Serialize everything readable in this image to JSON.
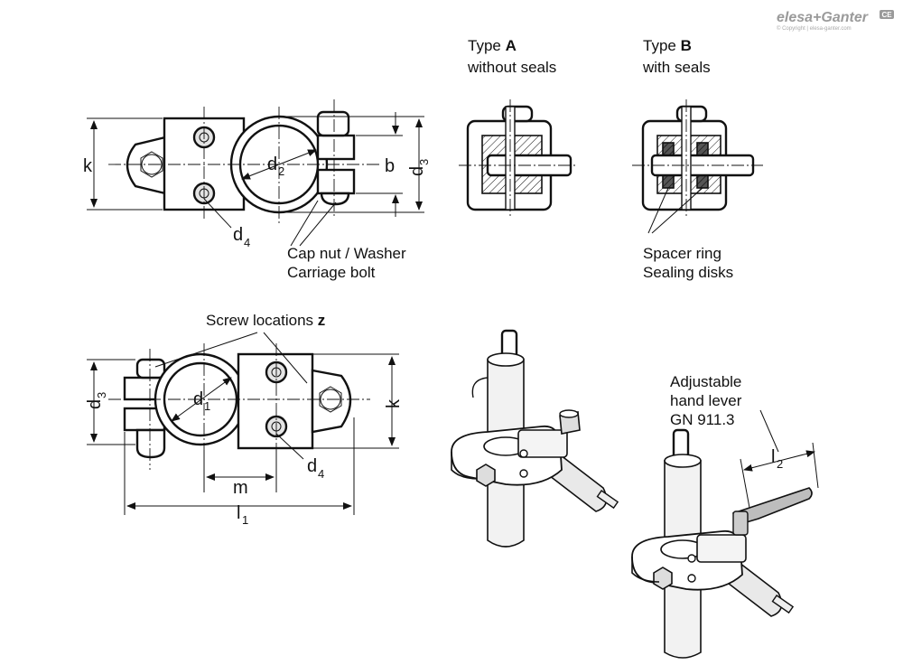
{
  "logo": {
    "brand": "elesa+Ganter",
    "mark": "CE",
    "copyright": "© Copyright | elesa-ganter.com"
  },
  "top_view": {
    "dim_k": "k",
    "dim_d2": "d",
    "dim_d2_sub": "2",
    "dim_b": "b",
    "dim_d3": "d",
    "dim_d3_sub": "3",
    "dim_d4": "d",
    "dim_d4_sub": "4",
    "label_line1": "Cap nut / Washer",
    "label_line2": "Carriage bolt"
  },
  "type_a": {
    "prefix": "Type ",
    "letter": "A",
    "desc": "without seals"
  },
  "type_b": {
    "prefix": "Type ",
    "letter": "B",
    "desc": "with seals",
    "label_line1": "Spacer ring",
    "label_line2": "Sealing disks"
  },
  "bottom_view": {
    "screw_prefix": "Screw locations ",
    "screw_letter": "z",
    "dim_d3": "d",
    "dim_d3_sub": "3",
    "dim_d1": "d",
    "dim_d1_sub": "1",
    "dim_k": "k",
    "dim_m": "m",
    "dim_d4": "d",
    "dim_d4_sub": "4",
    "dim_l1": "l",
    "dim_l1_sub": "1"
  },
  "iso_b": {
    "label_line1": "Adjustable",
    "label_line2": "hand lever",
    "label_line3": "GN 911.3",
    "dim_l2": "l",
    "dim_l2_sub": "2"
  }
}
